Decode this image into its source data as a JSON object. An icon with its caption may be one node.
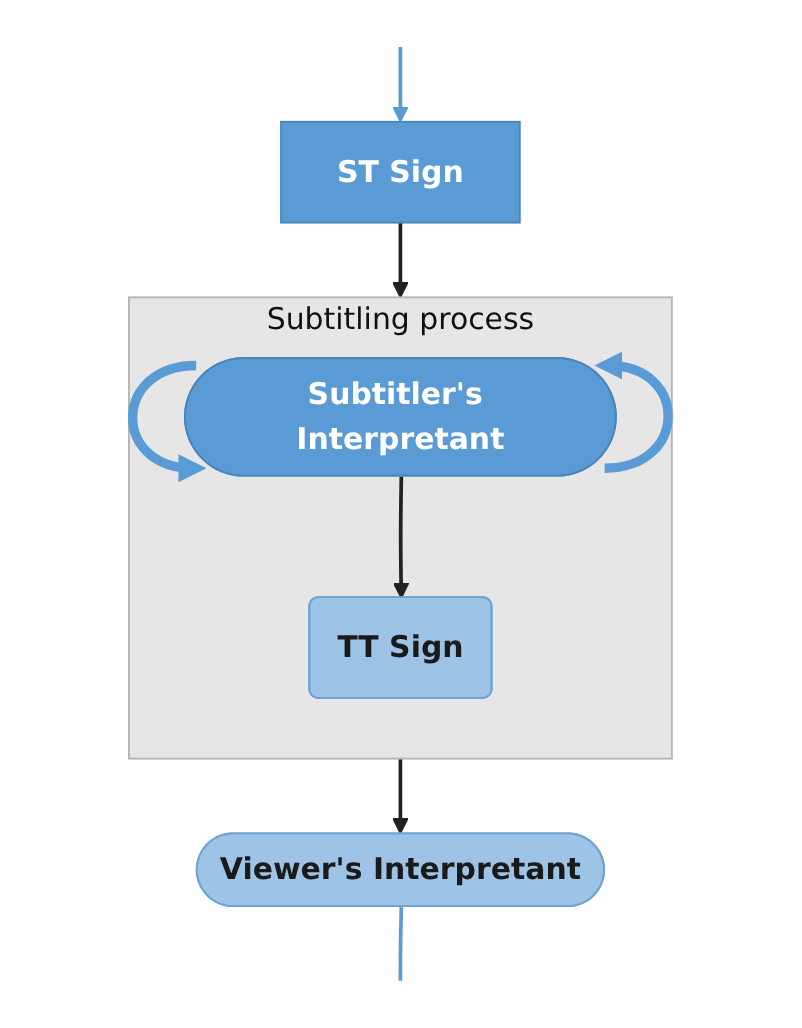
{
  "diagram": {
    "nodes": [
      {
        "text": [
          "ST Sign"
        ]
      },
      {
        "text": [
          "Subtitling process"
        ]
      },
      {
        "text": [
          "Subtitler's Interpretant"
        ],
        "in": 1
      },
      {
        "text": [
          "TT Sign"
        ],
        "in": 1
      },
      {
        "text": [
          "Viewer's Interpretant"
        ]
      }
    ],
    "edges": [
      {
        "from": null,
        "to": 0,
        "arrow": "to",
        "color": "#5b9bd5"
      },
      {
        "from": 0,
        "to": 1,
        "arrow": "to"
      },
      {
        "from": 2,
        "to": 3,
        "arrow": "to"
      },
      {
        "from": 1,
        "to": 4,
        "arrow": "to"
      },
      {
        "from": 4,
        "to": null,
        "arrow": "none",
        "color": "#5b9bd5"
      }
    ]
  }
}
